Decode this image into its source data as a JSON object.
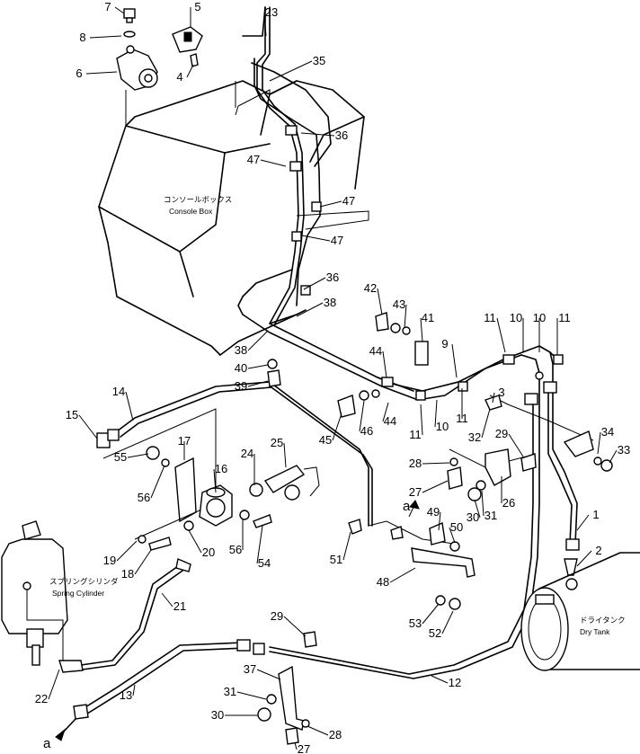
{
  "labels": {
    "console_box_jp": "コンソールボックス",
    "console_box_en": "Console Box",
    "spring_cylinder_jp": "スプリングシリンダ",
    "spring_cylinder_en": "Spring Cylinder",
    "dry_tank_jp": "ドライタンク",
    "dry_tank_en": "Dry Tank",
    "connector_a_top": "a",
    "connector_a_bottom": "a"
  },
  "callouts": [
    {
      "id": "c7",
      "text": "7"
    },
    {
      "id": "c5",
      "text": "5"
    },
    {
      "id": "c23",
      "text": "23"
    },
    {
      "id": "c8",
      "text": "8"
    },
    {
      "id": "c6",
      "text": "6"
    },
    {
      "id": "c4",
      "text": "4"
    },
    {
      "id": "c35",
      "text": "35"
    },
    {
      "id": "c36a",
      "text": "36"
    },
    {
      "id": "c47a",
      "text": "47"
    },
    {
      "id": "c47b",
      "text": "47"
    },
    {
      "id": "c47c",
      "text": "47"
    },
    {
      "id": "c36b",
      "text": "36"
    },
    {
      "id": "c42",
      "text": "42"
    },
    {
      "id": "c43",
      "text": "43"
    },
    {
      "id": "c41",
      "text": "41"
    },
    {
      "id": "c38a",
      "text": "38"
    },
    {
      "id": "c38b",
      "text": "38"
    },
    {
      "id": "c40",
      "text": "40"
    },
    {
      "id": "c39",
      "text": "39"
    },
    {
      "id": "c44a",
      "text": "44"
    },
    {
      "id": "c44b",
      "text": "44"
    },
    {
      "id": "c9",
      "text": "9"
    },
    {
      "id": "c11a",
      "text": "11"
    },
    {
      "id": "c10a",
      "text": "10"
    },
    {
      "id": "c10b",
      "text": "10"
    },
    {
      "id": "c11b",
      "text": "11"
    },
    {
      "id": "c3",
      "text": "3"
    },
    {
      "id": "c10c",
      "text": "10"
    },
    {
      "id": "c11c",
      "text": "11"
    },
    {
      "id": "c11d",
      "text": "11"
    },
    {
      "id": "c45",
      "text": "45"
    },
    {
      "id": "c46",
      "text": "46"
    },
    {
      "id": "c32",
      "text": "32"
    },
    {
      "id": "c29a",
      "text": "29"
    },
    {
      "id": "c34",
      "text": "34"
    },
    {
      "id": "c33",
      "text": "33"
    },
    {
      "id": "c14",
      "text": "14"
    },
    {
      "id": "c15",
      "text": "15"
    },
    {
      "id": "c17",
      "text": "17"
    },
    {
      "id": "c55",
      "text": "55"
    },
    {
      "id": "c56a",
      "text": "56"
    },
    {
      "id": "c16",
      "text": "16"
    },
    {
      "id": "c24",
      "text": "24"
    },
    {
      "id": "c25",
      "text": "25"
    },
    {
      "id": "c28a",
      "text": "28"
    },
    {
      "id": "c27a",
      "text": "27"
    },
    {
      "id": "c26",
      "text": "26"
    },
    {
      "id": "c30a",
      "text": "30"
    },
    {
      "id": "c31a",
      "text": "31"
    },
    {
      "id": "c49",
      "text": "49"
    },
    {
      "id": "c50",
      "text": "50"
    },
    {
      "id": "c1",
      "text": "1"
    },
    {
      "id": "c2",
      "text": "2"
    },
    {
      "id": "c19",
      "text": "19"
    },
    {
      "id": "c20",
      "text": "20"
    },
    {
      "id": "c56b",
      "text": "56"
    },
    {
      "id": "c54",
      "text": "54"
    },
    {
      "id": "c18",
      "text": "18"
    },
    {
      "id": "c51",
      "text": "51"
    },
    {
      "id": "c48",
      "text": "48"
    },
    {
      "id": "c21",
      "text": "21"
    },
    {
      "id": "c53",
      "text": "53"
    },
    {
      "id": "c52",
      "text": "52"
    },
    {
      "id": "c22",
      "text": "22"
    },
    {
      "id": "c29b",
      "text": "29"
    },
    {
      "id": "c13",
      "text": "13"
    },
    {
      "id": "c12",
      "text": "12"
    },
    {
      "id": "c37",
      "text": "37"
    },
    {
      "id": "c31b",
      "text": "31"
    },
    {
      "id": "c30b",
      "text": "30"
    },
    {
      "id": "c28b",
      "text": "28"
    },
    {
      "id": "c27b",
      "text": "27"
    }
  ]
}
